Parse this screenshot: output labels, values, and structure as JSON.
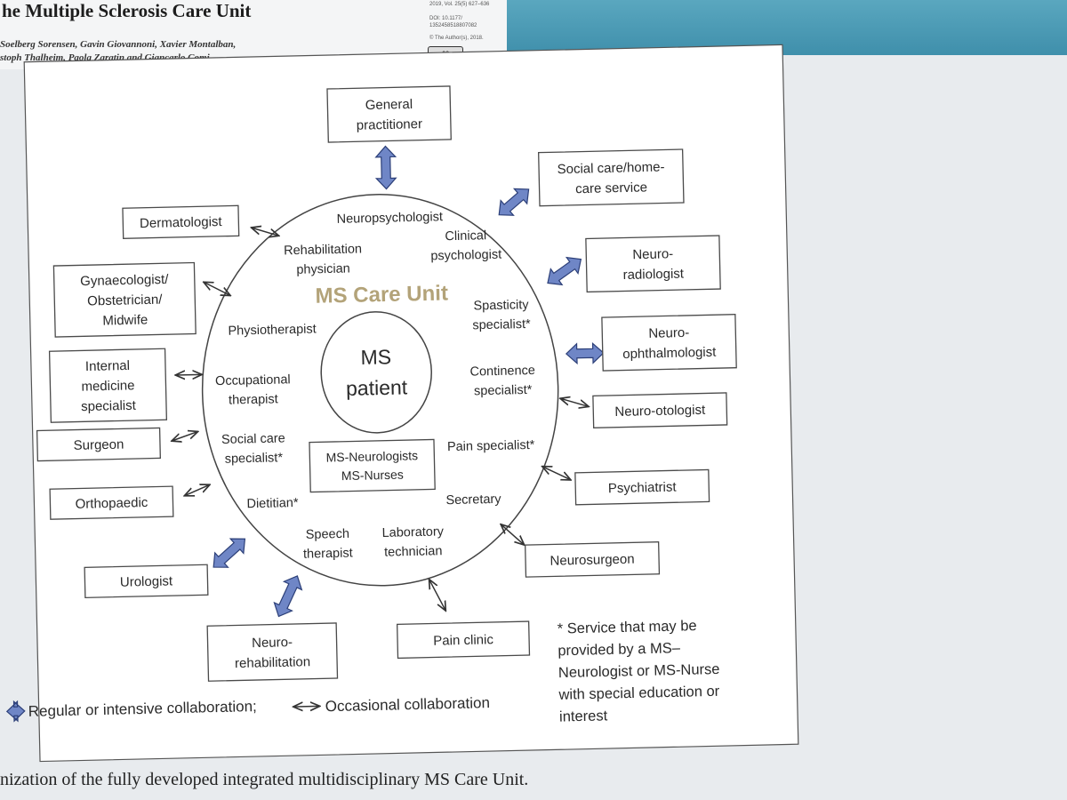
{
  "header": {
    "title": "he Multiple Sclerosis Care Unit",
    "authors_line1": "Soelberg Sorensen, Gavin Giovannoni, Xavier Montalban,",
    "authors_line2": "stoph Thalheim, Paola Zaratin and Giancarlo Comi",
    "meta": [
      "2019, Vol. 25(5) 627–636",
      "DOI: 10.1177/",
      "1352458518807082",
      "© The Author(s), 2018."
    ],
    "license_badge": "cc"
  },
  "diagram": {
    "care_unit_label": "MS Care Unit",
    "patient_line1": "MS",
    "patient_line2": "patient",
    "core_team_line1": "MS-Neurologists",
    "core_team_line2": "MS-Nurses",
    "inner_roles": {
      "neuropsychologist": "Neuropsychologist",
      "rehabilitation_physician": [
        "Rehabilitation",
        "physician"
      ],
      "clinical_psychologist": [
        "Clinical",
        "psychologist"
      ],
      "physiotherapist": "Physiotherapist",
      "spasticity_specialist": [
        "Spasticity",
        "specialist*"
      ],
      "occupational_therapist": [
        "Occupational",
        "therapist"
      ],
      "continence_specialist": [
        "Continence",
        "specialist*"
      ],
      "social_care_specialist": [
        "Social care",
        "specialist*"
      ],
      "pain_specialist": "Pain specialist*",
      "dietitian": "Dietitian*",
      "secretary": "Secretary",
      "speech_therapist": [
        "Speech",
        "therapist"
      ],
      "laboratory_technician": [
        "Laboratory",
        "technician"
      ]
    },
    "outer_services": {
      "general_practitioner": [
        "General",
        "practitioner"
      ],
      "social_care": [
        "Social care/home-",
        "care service"
      ],
      "dermatologist": [
        "Dermatologist"
      ],
      "neuroradiologist": [
        "Neuro-",
        "radiologist"
      ],
      "gynaecologist": [
        "Gynaecologist/",
        "Obstetrician/",
        "Midwife"
      ],
      "neuro_ophthalmologist": [
        "Neuro-",
        "ophthalmologist"
      ],
      "internal_medicine": [
        "Internal",
        "medicine",
        "specialist"
      ],
      "neuro_otologist": [
        "Neuro-otologist"
      ],
      "surgeon": [
        "Surgeon"
      ],
      "psychiatrist": [
        "Psychiatrist"
      ],
      "orthopaedic": [
        "Orthopaedic"
      ],
      "neurosurgeon": [
        "Neurosurgeon"
      ],
      "urologist": [
        "Urologist"
      ],
      "neurorehabilitation": [
        "Neuro-",
        "rehabilitation"
      ],
      "pain_clinic": [
        "Pain clinic"
      ]
    },
    "footnote": [
      "* Service that may be",
      "provided by a MS–",
      "Neurologist or MS-Nurse",
      "with special education or",
      "interest"
    ],
    "legend": {
      "regular": "Regular or intensive collaboration;",
      "occasional": "Occasional collaboration"
    },
    "colors": {
      "care_unit_label": "#b3a379",
      "thick_arrow": "#6f86c6",
      "thin_arrow": "#333333",
      "header_accent": "#4a9ab5"
    }
  },
  "caption": "nization of the fully developed integrated multidisciplinary MS Care Unit."
}
